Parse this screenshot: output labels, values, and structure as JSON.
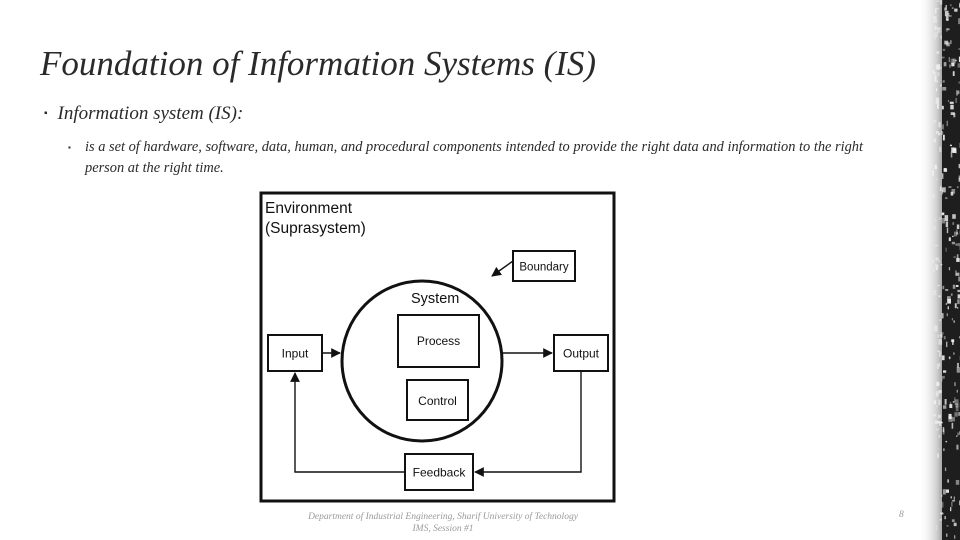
{
  "slide": {
    "title": "Foundation of Information Systems (IS)",
    "bullet_marker": "▪",
    "bullet1": "Information system (IS):",
    "bullet2": "is a set of hardware, software, data, human, and procedural components intended to provide the right data and information to the right person at the right time."
  },
  "diagram": {
    "environment_line1": "Environment",
    "environment_line2": "(Suprasystem)",
    "boundary": "Boundary",
    "system": "System",
    "process": "Process",
    "control": "Control",
    "input": "Input",
    "output": "Output",
    "feedback": "Feedback"
  },
  "footer": {
    "line1": "Department of Industrial Engineering, Sharif University of Technology",
    "line2": "IMS, Session #1",
    "page": "8"
  },
  "colors": {
    "text": "#2a2a2a",
    "footer_text": "#9a9a9a",
    "edge_dark": "#1e1e1e"
  }
}
